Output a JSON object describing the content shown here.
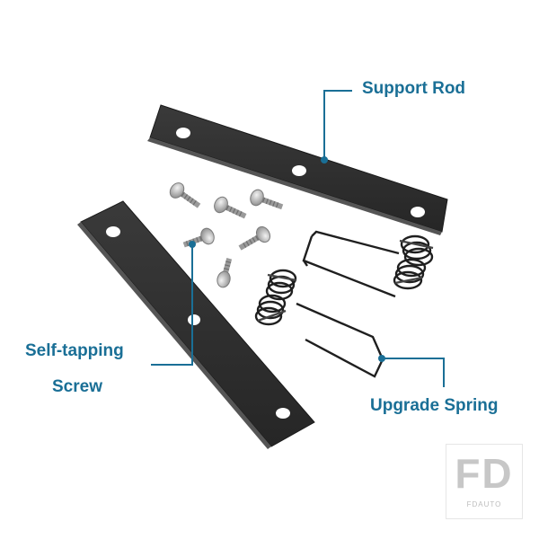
{
  "labels": {
    "support_rod": "Support Rod",
    "self_tapping_line1": "Self-tapping",
    "self_tapping_line2": "Screw",
    "upgrade_spring": "Upgrade Spring"
  },
  "logo": {
    "mark": "FD",
    "name": "FDAUTO"
  },
  "colors": {
    "callout": "#1a6f96",
    "plate": "#2b2b2b",
    "spring": "#1f1f1f",
    "screw": "#a9a9a9"
  },
  "parts": {
    "screw_count": 6,
    "plate_count": 2,
    "spring_count": 2
  }
}
